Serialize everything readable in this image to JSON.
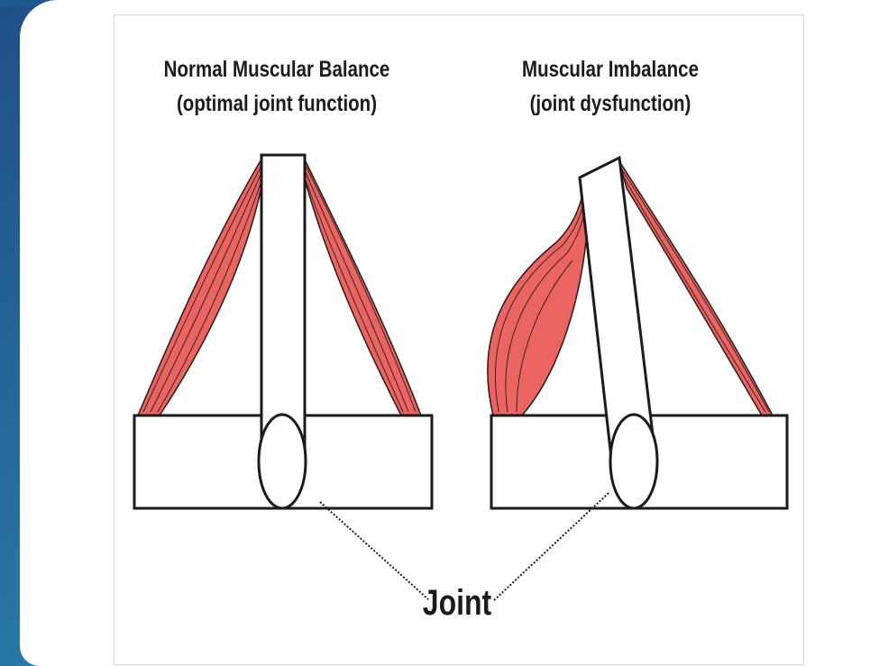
{
  "left_panel": {
    "title": "Normal Muscular Balance",
    "subtitle": "(optimal joint function)"
  },
  "right_panel": {
    "title": "Muscular Imbalance",
    "subtitle": "(joint dysfunction)"
  },
  "joint_label": "Joint",
  "colors": {
    "muscle": "#ea6461",
    "muscle_fiber": "#3a2323",
    "bone_outline": "#1b1b1b",
    "background_blue": "#2a78a6"
  }
}
